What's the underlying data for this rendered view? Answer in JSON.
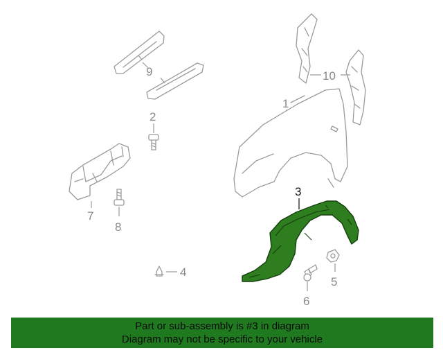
{
  "diagram": {
    "callouts": {
      "c1": "1",
      "c2": "2",
      "c3": "3",
      "c4": "4",
      "c5": "5",
      "c6": "6",
      "c7": "7",
      "c8": "8",
      "c9": "9",
      "c10": "10"
    },
    "highlight_part": "3",
    "colors": {
      "highlight": "#2e7d1e",
      "outline": "#9a9a9a",
      "banner": "#1f7a1f"
    }
  },
  "banner": {
    "line1": "Part or sub-assembly is #3 in diagram",
    "line2": "Diagram may not be specific to your vehicle"
  }
}
